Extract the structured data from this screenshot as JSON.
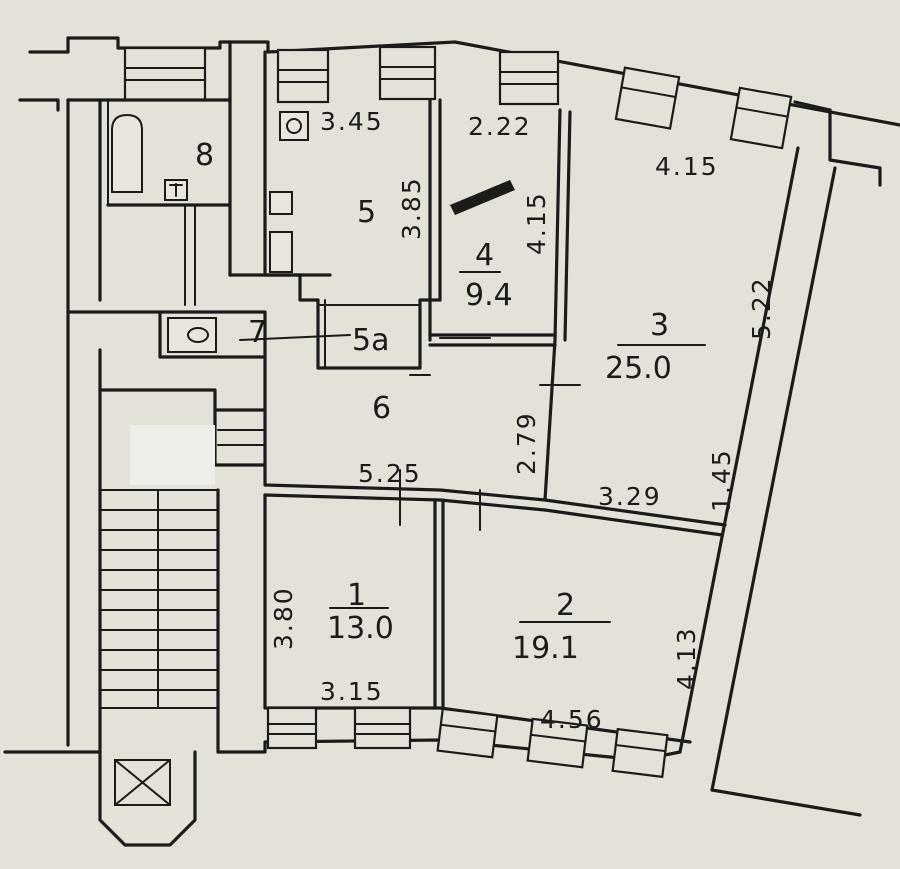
{
  "rooms": [
    {
      "id": "1",
      "number": "1",
      "area": "13.0"
    },
    {
      "id": "2",
      "number": "2",
      "area": "19.1"
    },
    {
      "id": "3",
      "number": "3",
      "area": "25.0"
    },
    {
      "id": "4",
      "number": "4",
      "area": "9.4"
    },
    {
      "id": "5",
      "number": "5"
    },
    {
      "id": "5a",
      "number": "5a"
    },
    {
      "id": "6",
      "number": "6"
    },
    {
      "id": "7",
      "number": "7"
    },
    {
      "id": "8",
      "number": "8"
    }
  ],
  "dimensions": {
    "room5_width": "3.45",
    "room5_depth": "3.85",
    "room4_width": "2.22",
    "room4_depth": "4.15",
    "room3_width_top": "4.15",
    "room3_depth": "5.22",
    "room3_width_bottom": "3.29",
    "room3_side_bottom": "1.45",
    "corridor_length": "5.25",
    "corridor_width": "2.79",
    "room1_depth": "3.80",
    "room1_width": "3.15",
    "room2_width": "4.56",
    "room2_depth": "4.13"
  }
}
